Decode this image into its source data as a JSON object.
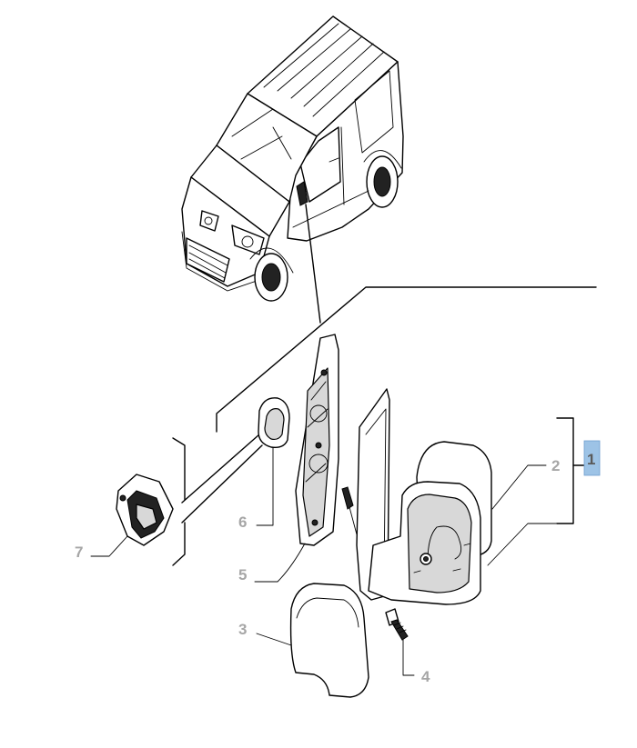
{
  "diagram": {
    "callouts": [
      {
        "id": "1",
        "label": "1",
        "highlighted": true
      },
      {
        "id": "2",
        "label": "2",
        "highlighted": false
      },
      {
        "id": "3",
        "label": "3",
        "highlighted": false
      },
      {
        "id": "4",
        "label": "4",
        "highlighted": false
      },
      {
        "id": "5",
        "label": "5",
        "highlighted": false
      },
      {
        "id": "6",
        "label": "6",
        "highlighted": false
      },
      {
        "id": "7",
        "label": "7",
        "highlighted": false
      }
    ],
    "colors": {
      "line": "#000000",
      "callout_text": "#a6a6a6",
      "highlight_fill": "#9dc3e6"
    }
  }
}
